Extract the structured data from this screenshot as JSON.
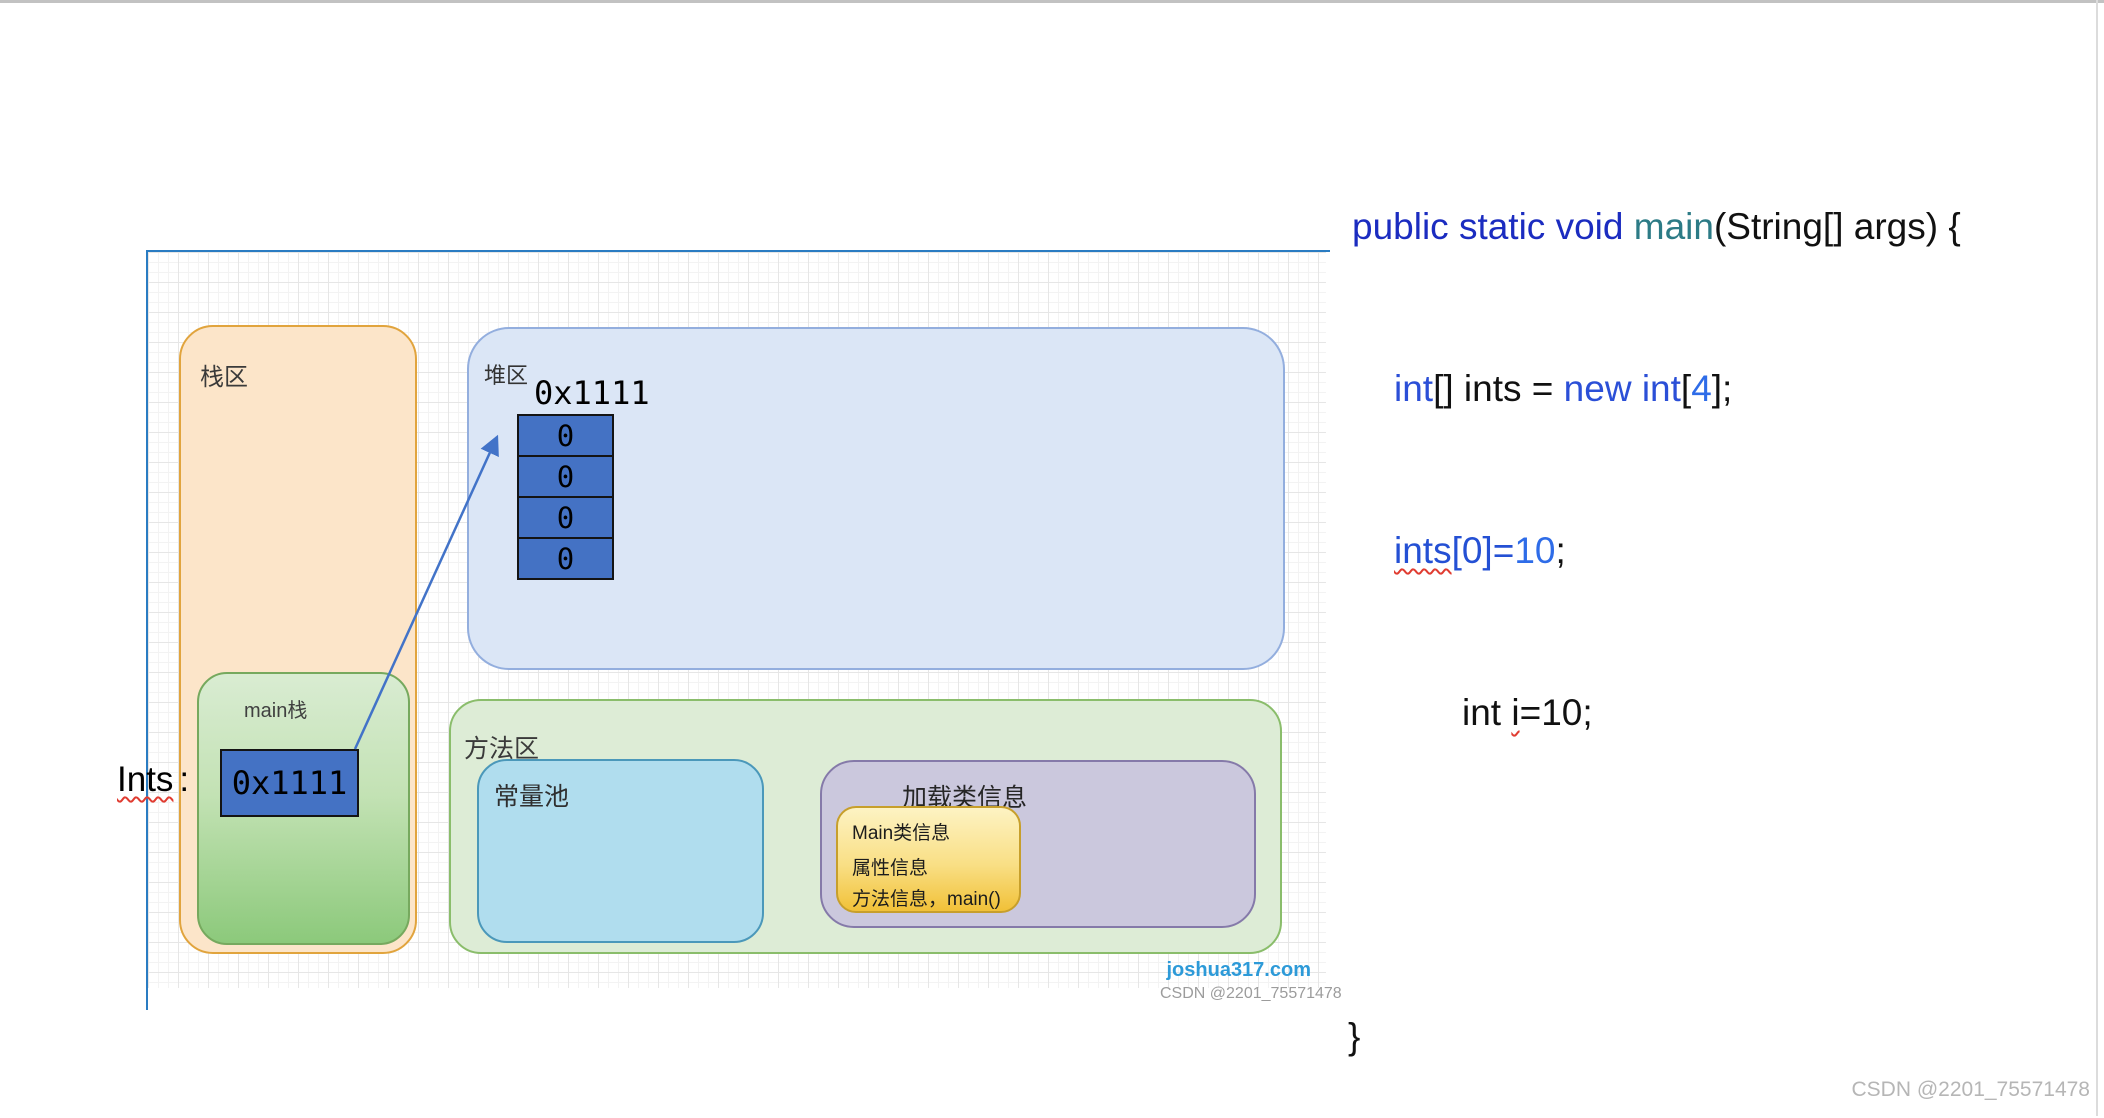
{
  "diagram": {
    "stack_region": {
      "label": "栈区"
    },
    "main_stack": {
      "label": "main栈",
      "value": "0x1111"
    },
    "variable": {
      "name": "Ints",
      "colon": ":"
    },
    "heap_region": {
      "label": "堆区",
      "address": "0x1111",
      "array_values": [
        "0",
        "0",
        "0",
        "0"
      ]
    },
    "method_region": {
      "label": "方法区",
      "constant_pool": {
        "label": "常量池"
      },
      "class_info": {
        "label": "加载类信息",
        "items": [
          "Main类信息",
          "属性信息",
          "方法信息，main()"
        ]
      }
    },
    "colors": {
      "stack_fill": "#fce5c9",
      "stack_border": "#e1a43d",
      "main_stack_top": "#d9ecd2",
      "main_stack_bottom": "#8cc97b",
      "heap_fill": "#dbe6f6",
      "heap_border": "#93aede",
      "method_fill": "#ddecd6",
      "method_border": "#8abd6b",
      "constant_pool_fill": "#b0ddee",
      "constant_pool_border": "#4b98ba",
      "class_info_fill": "#cbc8dd",
      "class_info_border": "#857aa9",
      "class_card_top": "#fdf3c3",
      "class_card_bottom": "#f1c138",
      "value_cell_fill": "#4472c4",
      "arrow": "#4273c8",
      "canvas_border": "#2a7cc2"
    }
  },
  "code": {
    "lines": [
      {
        "segments": [
          {
            "text": "public static void "
          },
          {
            "text": "main"
          },
          {
            "text": "(String[] args) {"
          }
        ]
      },
      {
        "segments": [
          {
            "text": "int"
          },
          {
            "text": "[] ints = "
          },
          {
            "text": "new int"
          },
          {
            "text": "["
          },
          {
            "text": "4"
          },
          {
            "text": "];"
          }
        ]
      },
      {
        "segments": [
          {
            "text": "ints"
          },
          {
            "text": "[0]="
          },
          {
            "text": "10"
          },
          {
            "text": ";"
          }
        ]
      },
      {
        "segments": [
          {
            "text": "int "
          },
          {
            "text": "i"
          },
          {
            "text": "=10;"
          }
        ]
      },
      {
        "segments": []
      },
      {
        "segments": [
          {
            "text": "}"
          }
        ]
      }
    ],
    "colors": {
      "keyword": "#1b2cc0",
      "keyword2": "#2b4fd7",
      "method": "#2c7b86",
      "literal": "#2e6ce8",
      "reference": "#2450d4",
      "plain": "#111111"
    }
  },
  "watermarks": {
    "site": "joshua317.com",
    "csdn_inline": "CSDN @2201_75571478",
    "csdn_corner": "CSDN @2201_75571478"
  }
}
